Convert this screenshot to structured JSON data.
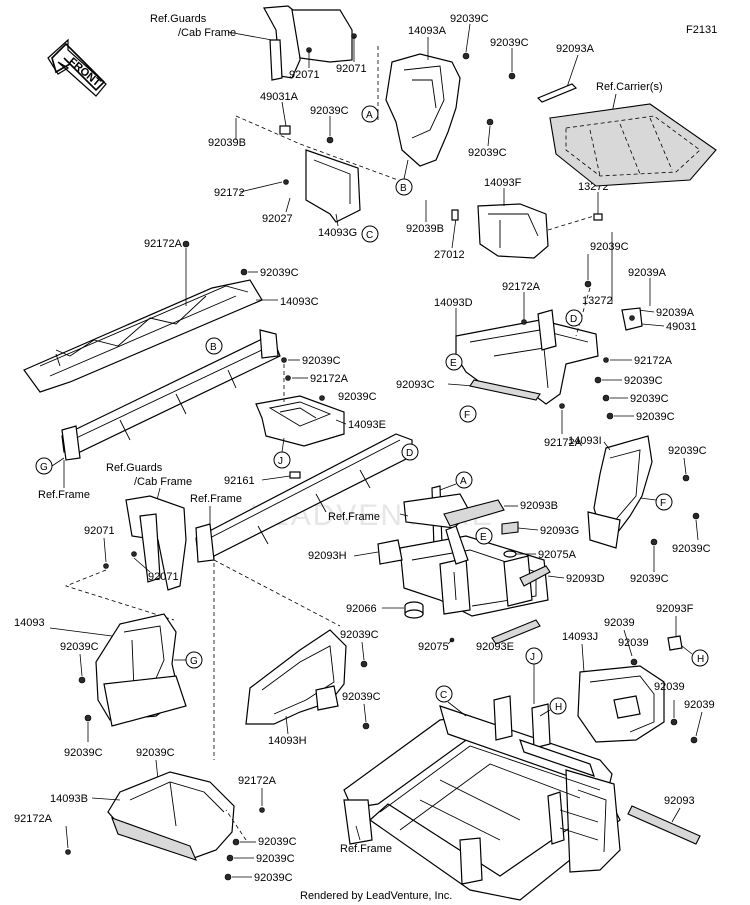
{
  "figure_code": "F2131",
  "footer": "Rendered by LeadVenture, Inc.",
  "watermark": "LEADVENTURE",
  "front_arrow_label": "FRONT",
  "refs": {
    "guards_cab_frame_top_1": "Ref.Guards",
    "guards_cab_frame_top_2": "/Cab Frame",
    "guards_cab_frame_mid_1": "Ref.Guards",
    "guards_cab_frame_mid_2": "/Cab Frame",
    "carrier": "Ref.Carrier(s)",
    "frame_left": "Ref.Frame",
    "frame_mid": "Ref.Frame",
    "frame_center": "Ref.Frame",
    "frame_bottom": "Ref.Frame"
  },
  "callouts": [
    "A",
    "B",
    "C",
    "D",
    "E",
    "F",
    "G",
    "H",
    "J"
  ],
  "part_numbers": {
    "p92071_a": "92071",
    "p92071_b": "92071",
    "p92039c_1": "92039C",
    "p14093a": "14093A",
    "p92039c_2": "92039C",
    "p92093a": "92093A",
    "p49031a": "49031A",
    "p92039c_3": "92039C",
    "p92039b_1": "92039B",
    "p92039c_4": "92039C",
    "p92172_1": "92172",
    "p92027": "92027",
    "p14093g": "14093G",
    "p14093f": "14093F",
    "p13272_1": "13272",
    "p92039b_2": "92039B",
    "p27012": "27012",
    "p92039c_5": "92039C",
    "p92172a_1": "92172A",
    "p92039c_6": "92039C",
    "p14093c": "14093C",
    "p92172a_2": "92172A",
    "p14093d": "14093D",
    "p13272_2": "13272",
    "p92039a_1": "92039A",
    "p92039a_2": "92039A",
    "p49031": "49031",
    "p92039c_7": "92039C",
    "p92172a_3": "92172A",
    "p92039c_8": "92039C",
    "p92093c": "92093C",
    "p92172a_4": "92172A",
    "p92039c_9": "92039C",
    "p92039c_10": "92039C",
    "p92039c_11": "92039C",
    "p14093e": "14093E",
    "p92172a_5": "92172A",
    "p92161": "92161",
    "p14093i": "14093I",
    "p92039c_12": "92039C",
    "p92093b": "92093B",
    "p92071_c": "92071",
    "p92071_d": "92071",
    "p92093g": "92093G",
    "p92039c_13": "92039C",
    "p92093h": "92093H",
    "p92075a": "92075A",
    "p92093d": "92093D",
    "p92039c_14": "92039C",
    "p92066": "92066",
    "p92075": "92075",
    "p92093f": "92093F",
    "p14093": "14093",
    "p92039c_15": "92039C",
    "p92039_1": "92039",
    "p14093j": "14093J",
    "p92039_2": "92039",
    "p92093e": "92093E",
    "p92039c_16": "92039C",
    "p92039_3": "92039",
    "p92039_4": "92039",
    "p14093h": "14093H",
    "p92039c_17": "92039C",
    "p92039c_18": "92039C",
    "p92039c_19": "92039C",
    "p92172a_6": "92172A",
    "p14093b": "14093B",
    "p92172a_7": "92172A",
    "p92039c_20": "92039C",
    "p92039c_21": "92039C",
    "p92039c_22": "92039C",
    "p92093": "92093"
  }
}
